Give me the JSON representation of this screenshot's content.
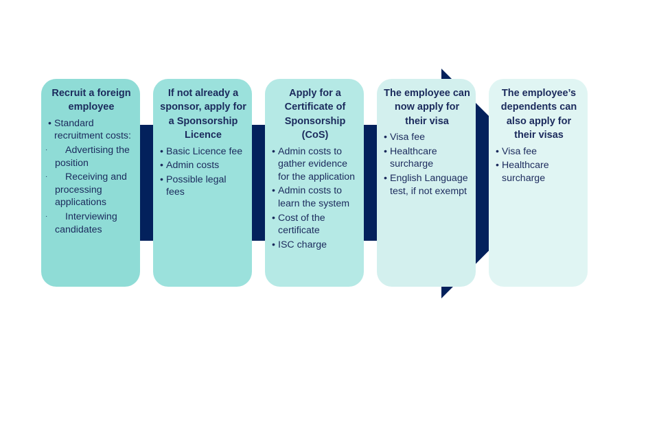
{
  "colors": {
    "band": "#03215c",
    "text": "#1b2a5c",
    "step_backgrounds": [
      "#8fdcd6",
      "#9be1dc",
      "#b5e9e5",
      "#d3f0ee",
      "#e0f5f3"
    ]
  },
  "steps": [
    {
      "title": "Recruit a foreign employee",
      "items": [
        {
          "text": "Standard recruitment costs:",
          "bullet": "•",
          "level": 1
        },
        {
          "text": "Advertising the position",
          "bullet": "·",
          "level": 2
        },
        {
          "text": "Receiving and processing applications",
          "bullet": "·",
          "level": 2
        },
        {
          "text": "Interviewing candidates",
          "bullet": "·",
          "level": 2
        }
      ]
    },
    {
      "title": "If not already a sponsor, apply for a Sponsorship Licence",
      "items": [
        {
          "text": "Basic Licence fee",
          "bullet": "•",
          "level": 1
        },
        {
          "text": "Admin costs",
          "bullet": "•",
          "level": 1
        },
        {
          "text": "Possible legal fees",
          "bullet": "•",
          "level": 1
        }
      ]
    },
    {
      "title": "Apply for a Certificate of Sponsorship (CoS)",
      "items": [
        {
          "text": "Admin costs to gather evidence for the application",
          "bullet": "•",
          "level": 1
        },
        {
          "text": "Admin costs to learn the system",
          "bullet": "•",
          "level": 1
        },
        {
          "text": "Cost of the certificate",
          "bullet": "•",
          "level": 1
        },
        {
          "text": "ISC charge",
          "bullet": "•",
          "level": 1
        }
      ]
    },
    {
      "title": "The employee can now apply for their visa",
      "items": [
        {
          "text": "Visa fee",
          "bullet": "•",
          "level": 1
        },
        {
          "text": "Healthcare surcharge",
          "bullet": "•",
          "level": 1
        },
        {
          "text": "English Language test, if not exempt",
          "bullet": "•",
          "level": 1
        }
      ]
    },
    {
      "title": "The employee’s dependents can also apply for their visas",
      "items": [
        {
          "text": "Visa fee",
          "bullet": "•",
          "level": 1
        },
        {
          "text": "Healthcare surcharge",
          "bullet": "•",
          "level": 1
        }
      ]
    }
  ]
}
